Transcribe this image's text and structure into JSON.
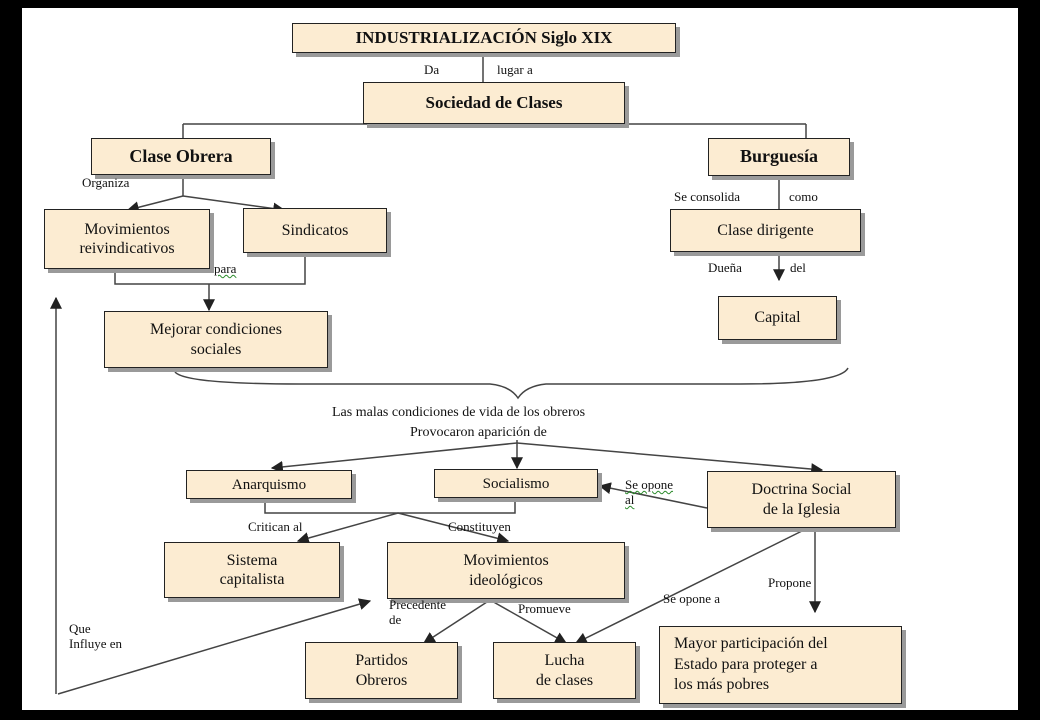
{
  "nodes": {
    "industrializacion": "INDUSTRIALIZACIÓN Siglo XIX",
    "sociedad_clases": "Sociedad de Clases",
    "clase_obrera": "Clase Obrera",
    "burguesia": "Burguesía",
    "movimientos_reivindicativos": "Movimientos\nreivindicativos",
    "sindicatos": "Sindicatos",
    "clase_dirigente": "Clase dirigente",
    "mejorar_condiciones": "Mejorar condiciones\nsociales",
    "capital": "Capital",
    "anarquismo": "Anarquismo",
    "socialismo": "Socialismo",
    "doctrina_social": "Doctrina Social\nde la Iglesia",
    "sistema_capitalista": "Sistema\ncapitalista",
    "movimientos_ideologicos": "Movimientos\nideológicos",
    "partidos_obreros": "Partidos\nObreros",
    "lucha_clases": "Lucha\nde clases",
    "mayor_participacion": "Mayor participación del\nEstado para proteger a\nlos más pobres"
  },
  "labels": {
    "da": "Da",
    "lugar_a": "lugar a",
    "organiza": "Organiza",
    "se_consolida": "Se consolida",
    "como": "como",
    "para": "para",
    "duena": "Dueña",
    "del": "del",
    "malas_condiciones": "Las malas condiciones de vida de los obreros",
    "provocaron": "Provocaron aparición de",
    "se_opone_al": "Se opone\nal",
    "critican_al": "Critican al",
    "constituyen": "Constituyen",
    "precedente_de": "Precedente\nde",
    "promueve": "Promueve",
    "se_opone_a": "Se opone a",
    "propone": "Propone",
    "que_influye_en": "Que\nInfluye en"
  }
}
